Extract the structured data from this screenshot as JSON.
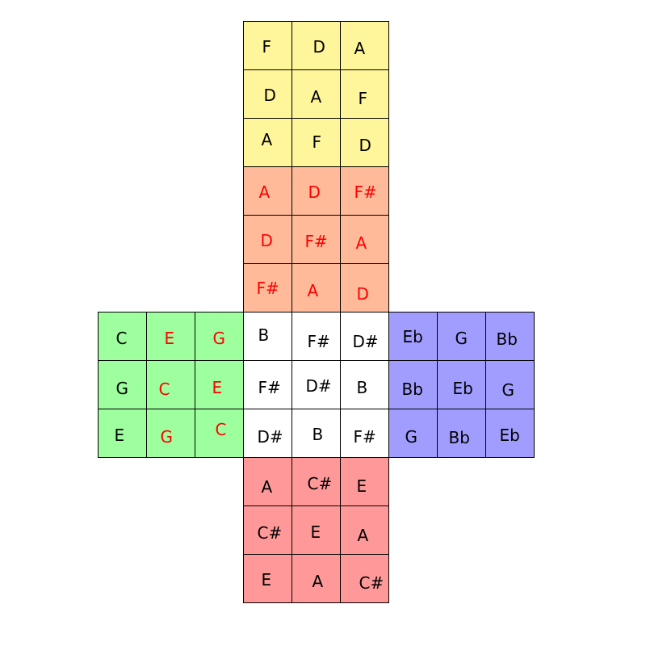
{
  "faces": [
    {
      "id": "top",
      "color": "#fff59a",
      "text_color": "#000000",
      "notes": [
        "F",
        "D",
        "A",
        "D",
        "A",
        "F",
        "A",
        "F",
        "D"
      ]
    },
    {
      "id": "upper",
      "color": "#ffbb99",
      "text_color": "#ff0000",
      "notes": [
        "A",
        "D",
        "F#",
        "D",
        "F#",
        "A",
        "F#",
        "A",
        "D"
      ]
    },
    {
      "id": "left",
      "color": "#9dff9d",
      "notes": [
        "C",
        "E",
        "G",
        "G",
        "C",
        "E",
        "E",
        "G",
        "C"
      ],
      "note_colors": [
        "#000000",
        "#ff0000",
        "#ff0000",
        "#000000",
        "#ff0000",
        "#ff0000",
        "#000000",
        "#ff0000",
        "#ff0000"
      ]
    },
    {
      "id": "center",
      "color": "#ffffff",
      "text_color": "#000000",
      "notes": [
        "B",
        "F#",
        "D#",
        "F#",
        "D#",
        "B",
        "D#",
        "B",
        "F#"
      ]
    },
    {
      "id": "right",
      "color": "#a19dff",
      "text_color": "#000000",
      "notes": [
        "Eb",
        "G",
        "Bb",
        "Bb",
        "Eb",
        "G",
        "G",
        "Bb",
        "Eb"
      ]
    },
    {
      "id": "bottom",
      "color": "#ff9999",
      "text_color": "#000000",
      "notes": [
        "A",
        "C#",
        "E",
        "C#",
        "E",
        "A",
        "E",
        "A",
        "C#"
      ]
    }
  ]
}
